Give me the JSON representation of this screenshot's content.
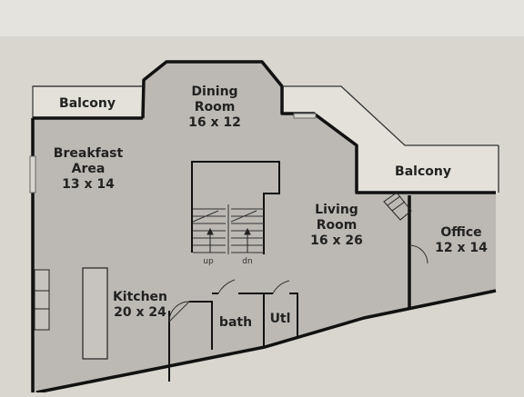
{
  "rooms": {
    "balcony_left": {
      "name": "Balcony"
    },
    "dining": {
      "name_line1": "Dining",
      "name_line2": "Room",
      "size": "16 x 12"
    },
    "breakfast": {
      "name_line1": "Breakfast",
      "name_line2": "Area",
      "size": "13 x 14"
    },
    "balcony_right": {
      "name": "Balcony"
    },
    "living": {
      "name_line1": "Living",
      "name_line2": "Room",
      "size": "16 x 26"
    },
    "office": {
      "name": "Office",
      "size": "12 x 14"
    },
    "kitchen": {
      "name": "Kitchen",
      "size": "20 x 24"
    },
    "bath": {
      "name": "bath"
    },
    "utility": {
      "name": "Utl"
    }
  },
  "stairs": {
    "up_label": "up",
    "down_label": "dn"
  },
  "colors": {
    "paper": "#d8d6cf",
    "floor": "#bdbab5",
    "wall": "#111111",
    "balcony": "#e2e0da"
  }
}
